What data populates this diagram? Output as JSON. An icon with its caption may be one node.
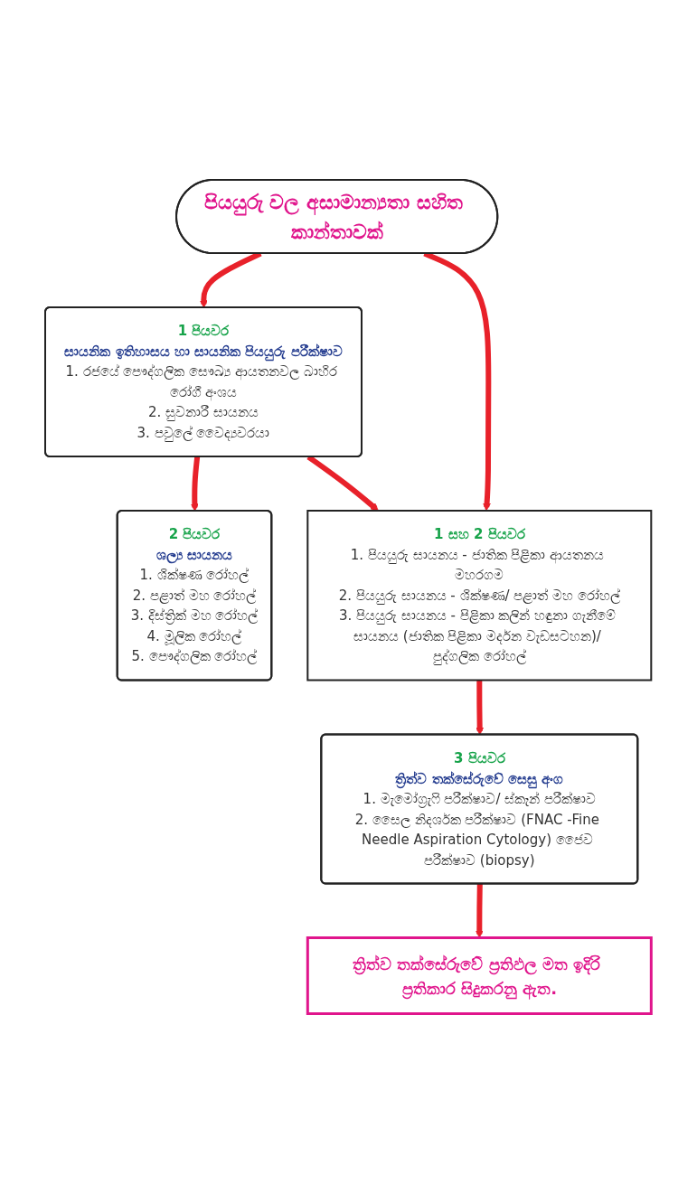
{
  "diagram": {
    "nodes": [
      {
        "text": [
          "පියයුරු වල අසාමාන්‍යතා සහිත කාන්තාවක්"
        ]
      },
      {
        "text": [
          "1 පියවර",
          "සායනික ඉතිහාසය හා සායනික පියයුරු පරීක්ෂාව",
          "1. රජයේ පෞද්ගලික සෞඛ්‍ය ආයතනවල බාහිර රෝගී අංශය",
          "2. සුවනාරී සායනය",
          "3. පවුලේ වෛද්‍යවරයා"
        ]
      },
      {
        "text": [
          "2 පියවර",
          "ශල්‍ය සායනය",
          "1. ශික්ෂණ රෝහල්",
          "2. පළාත් මහ රෝහල්",
          "3. දිස්ත්‍රික් මහ රෝහල්",
          "4. මූලික රෝහල්",
          "5. පෞද්ගලික රෝහල්"
        ]
      },
      {
        "text": [
          "1 සහ 2 පියවර",
          "1. පියයුරු සායනය - ජාතික පිළිකා ආයතනය මහරගම",
          "2. පියයුරු සායනය - ශික්ෂණ/ පළාත් මහ රෝහල්",
          "3. පියයුරු සායනය - පිළිකා කලින් හඳුනා ගැනීමේ සායනය (ජාතික පිළිකා මර්දන වැඩසටහන)/ පුද්ගලික රෝහල්"
        ]
      },
      {
        "text": [
          "3 පියවර",
          "ත්‍රිත්ව තක්සේරුවේ සෙසු අංග",
          "1. මැමෝග්‍රැෆි පරීක්ෂාව/ ස්කෑන් පරීක්ෂාව",
          "2. සෛල නිදර්ශක පරීක්ෂාව (FNAC -Fine Needle Aspiration Cytology) ජෛව පරීක්ෂාව (biopsy)"
        ]
      },
      {
        "text": [
          "ත්‍රිත්ව තක්සේරුවේ ප්‍රතිඵල මත ඉදිරි ප්‍රතිකාර සිදුකරනු ඇත."
        ]
      }
    ],
    "edges": [
      {
        "from": 0,
        "to": 1,
        "arrow": "to"
      },
      {
        "from": 0,
        "to": 3,
        "arrow": "to"
      },
      {
        "from": 1,
        "to": 2,
        "arrow": "to"
      },
      {
        "from": 1,
        "to": 3,
        "arrow": "to"
      },
      {
        "from": 3,
        "to": 4,
        "arrow": "to"
      },
      {
        "from": 4,
        "to": 5,
        "arrow": "to"
      }
    ]
  }
}
